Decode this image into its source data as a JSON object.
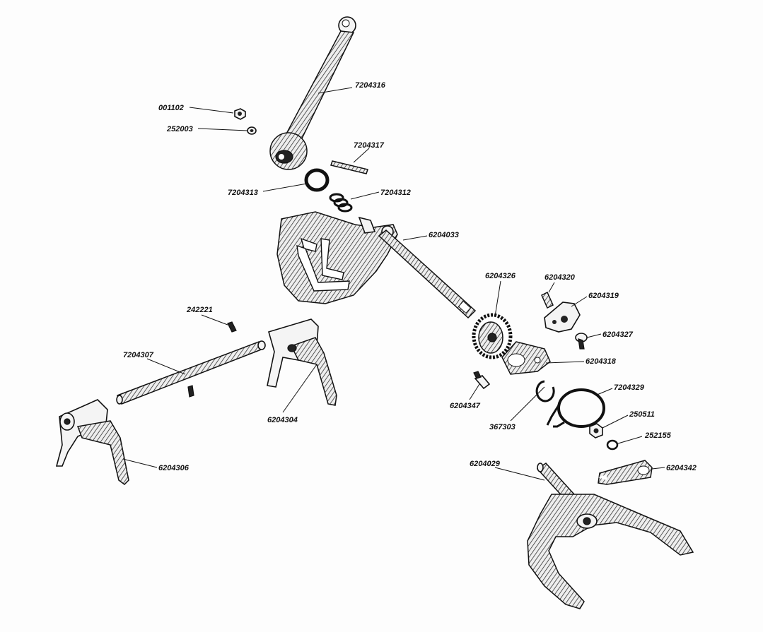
{
  "parts": [
    {
      "id": "p1",
      "number": "7204316",
      "name": "gear-lever"
    },
    {
      "id": "p2",
      "number": "001102",
      "name": "nut"
    },
    {
      "id": "p3",
      "number": "252003",
      "name": "washer"
    },
    {
      "id": "p4",
      "number": "7204317",
      "name": "pin"
    },
    {
      "id": "p5",
      "number": "7204313",
      "name": "ring"
    },
    {
      "id": "p6",
      "number": "7204312",
      "name": "spring"
    },
    {
      "id": "p7",
      "number": "6204033",
      "name": "shaft"
    },
    {
      "id": "p8",
      "number": "6204326",
      "name": "gear-segment"
    },
    {
      "id": "p9",
      "number": "6204320",
      "name": "screw"
    },
    {
      "id": "p10",
      "number": "6204319",
      "name": "bracket"
    },
    {
      "id": "p11",
      "number": "6204327",
      "name": "bolt"
    },
    {
      "id": "p12",
      "number": "6204318",
      "name": "plate"
    },
    {
      "id": "p13",
      "number": "242221",
      "name": "pin"
    },
    {
      "id": "p14",
      "number": "7204307",
      "name": "selector-rod"
    },
    {
      "id": "p15",
      "number": "6204304",
      "name": "selector-fork"
    },
    {
      "id": "p16",
      "number": "6204347",
      "name": "stud"
    },
    {
      "id": "p17",
      "number": "7204329",
      "name": "spring-coil"
    },
    {
      "id": "p18",
      "number": "367303",
      "name": "circlip"
    },
    {
      "id": "p19",
      "number": "250511",
      "name": "nut"
    },
    {
      "id": "p20",
      "number": "252155",
      "name": "washer"
    },
    {
      "id": "p21",
      "number": "6204306",
      "name": "selector-fork"
    },
    {
      "id": "p22",
      "number": "6204029",
      "name": "fork-shaft"
    },
    {
      "id": "p23",
      "number": "6204342",
      "name": "lock-plate"
    }
  ]
}
